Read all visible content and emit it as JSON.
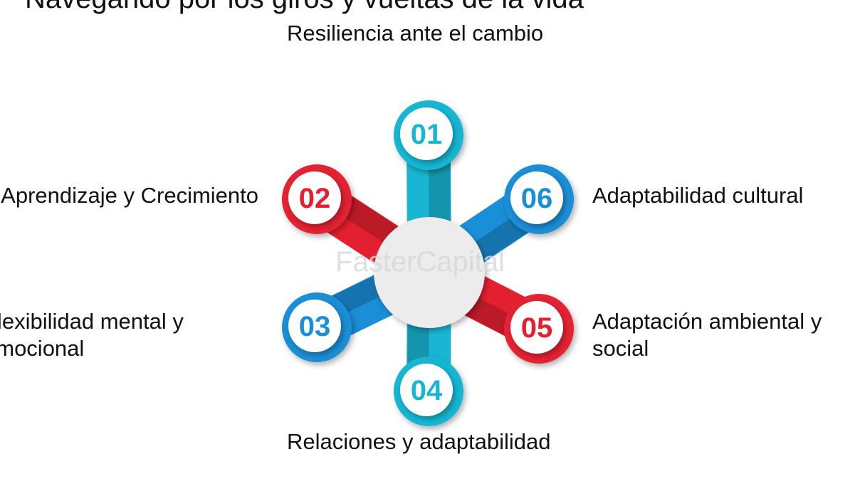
{
  "title": "Navegando por los giros y vueltas de la vida",
  "watermark": "FasterCapital",
  "colors": {
    "cyan": "#19b6d3",
    "red": "#e42030",
    "blue": "#1a8ed6",
    "center": "#ececec"
  },
  "nodes": [
    {
      "number": "01",
      "label": "Resiliencia ante el cambio",
      "color": "cyan"
    },
    {
      "number": "02",
      "label": "Aprendizaje y Crecimiento",
      "color": "red"
    },
    {
      "number": "03",
      "label": "Flexibilidad mental y emocional",
      "color": "blue"
    },
    {
      "number": "04",
      "label": "Relaciones y adaptabilidad",
      "color": "cyan"
    },
    {
      "number": "05",
      "label": "Adaptación ambiental y social",
      "color": "red"
    },
    {
      "number": "06",
      "label": "Adaptabilidad cultural",
      "color": "blue"
    }
  ]
}
